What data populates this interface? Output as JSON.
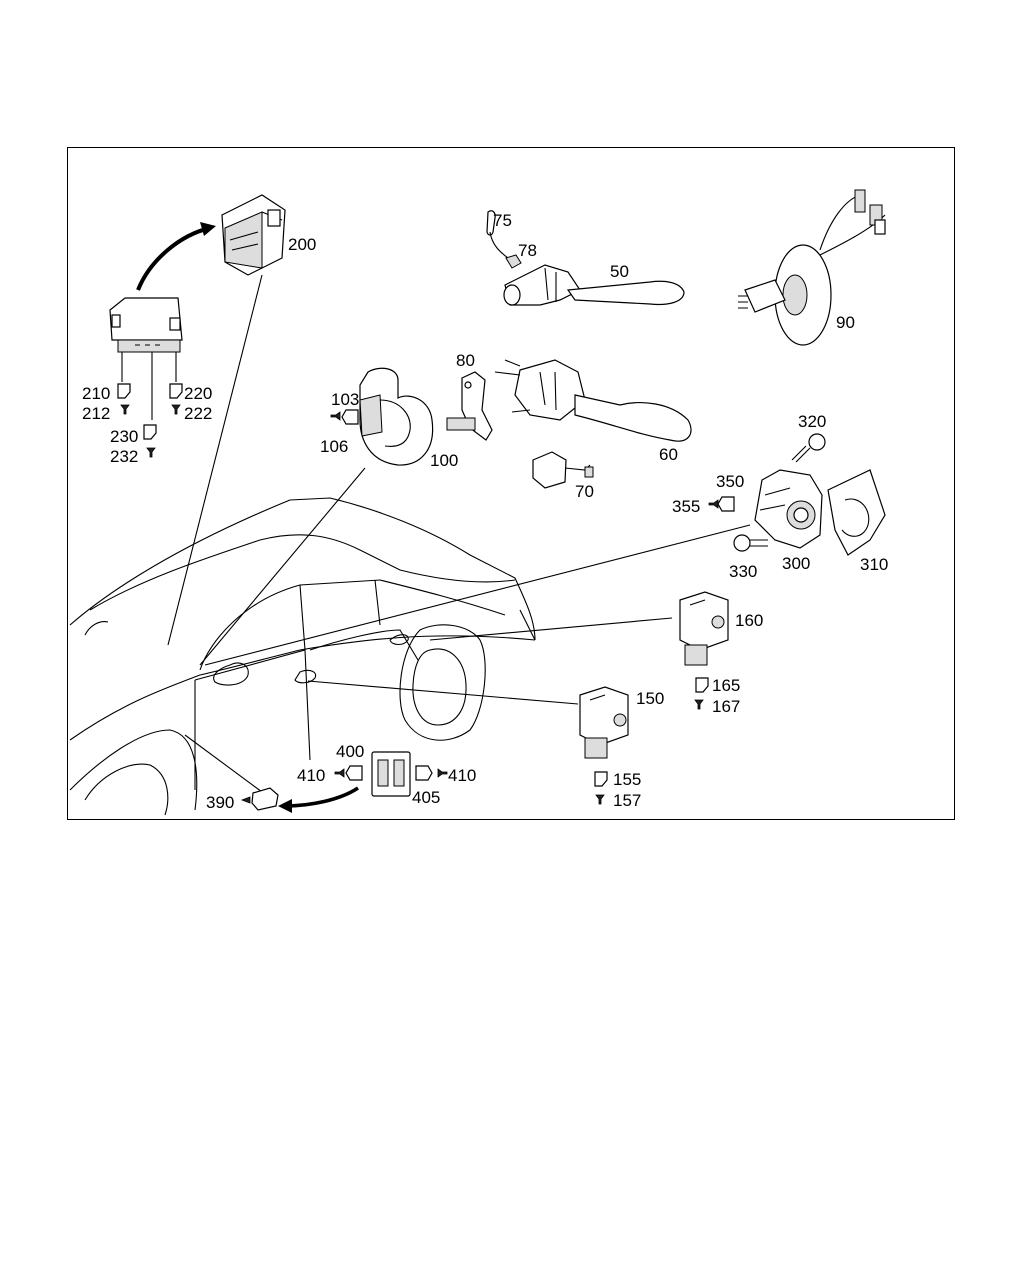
{
  "diagram": {
    "callouts": [
      {
        "id": "c200",
        "text": "200"
      },
      {
        "id": "c210",
        "text": "210"
      },
      {
        "id": "c212",
        "text": "212"
      },
      {
        "id": "c220",
        "text": "220"
      },
      {
        "id": "c222",
        "text": "222"
      },
      {
        "id": "c230",
        "text": "230"
      },
      {
        "id": "c232",
        "text": "232"
      },
      {
        "id": "c75",
        "text": "75"
      },
      {
        "id": "c78",
        "text": "78"
      },
      {
        "id": "c50",
        "text": "50"
      },
      {
        "id": "c90",
        "text": "90"
      },
      {
        "id": "c80",
        "text": "80"
      },
      {
        "id": "c103",
        "text": "103"
      },
      {
        "id": "c106",
        "text": "106"
      },
      {
        "id": "c100",
        "text": "100"
      },
      {
        "id": "c60",
        "text": "60"
      },
      {
        "id": "c70",
        "text": "70"
      },
      {
        "id": "c320",
        "text": "320"
      },
      {
        "id": "c350",
        "text": "350"
      },
      {
        "id": "c355",
        "text": "355"
      },
      {
        "id": "c330",
        "text": "330"
      },
      {
        "id": "c300",
        "text": "300"
      },
      {
        "id": "c310",
        "text": "310"
      },
      {
        "id": "c160",
        "text": "160"
      },
      {
        "id": "c165",
        "text": "165"
      },
      {
        "id": "c167",
        "text": "167"
      },
      {
        "id": "c150",
        "text": "150"
      },
      {
        "id": "c155",
        "text": "155"
      },
      {
        "id": "c157",
        "text": "157"
      },
      {
        "id": "c400",
        "text": "400"
      },
      {
        "id": "c410a",
        "text": "410"
      },
      {
        "id": "c410b",
        "text": "410"
      },
      {
        "id": "c405",
        "text": "405"
      },
      {
        "id": "c390",
        "text": "390"
      }
    ]
  }
}
